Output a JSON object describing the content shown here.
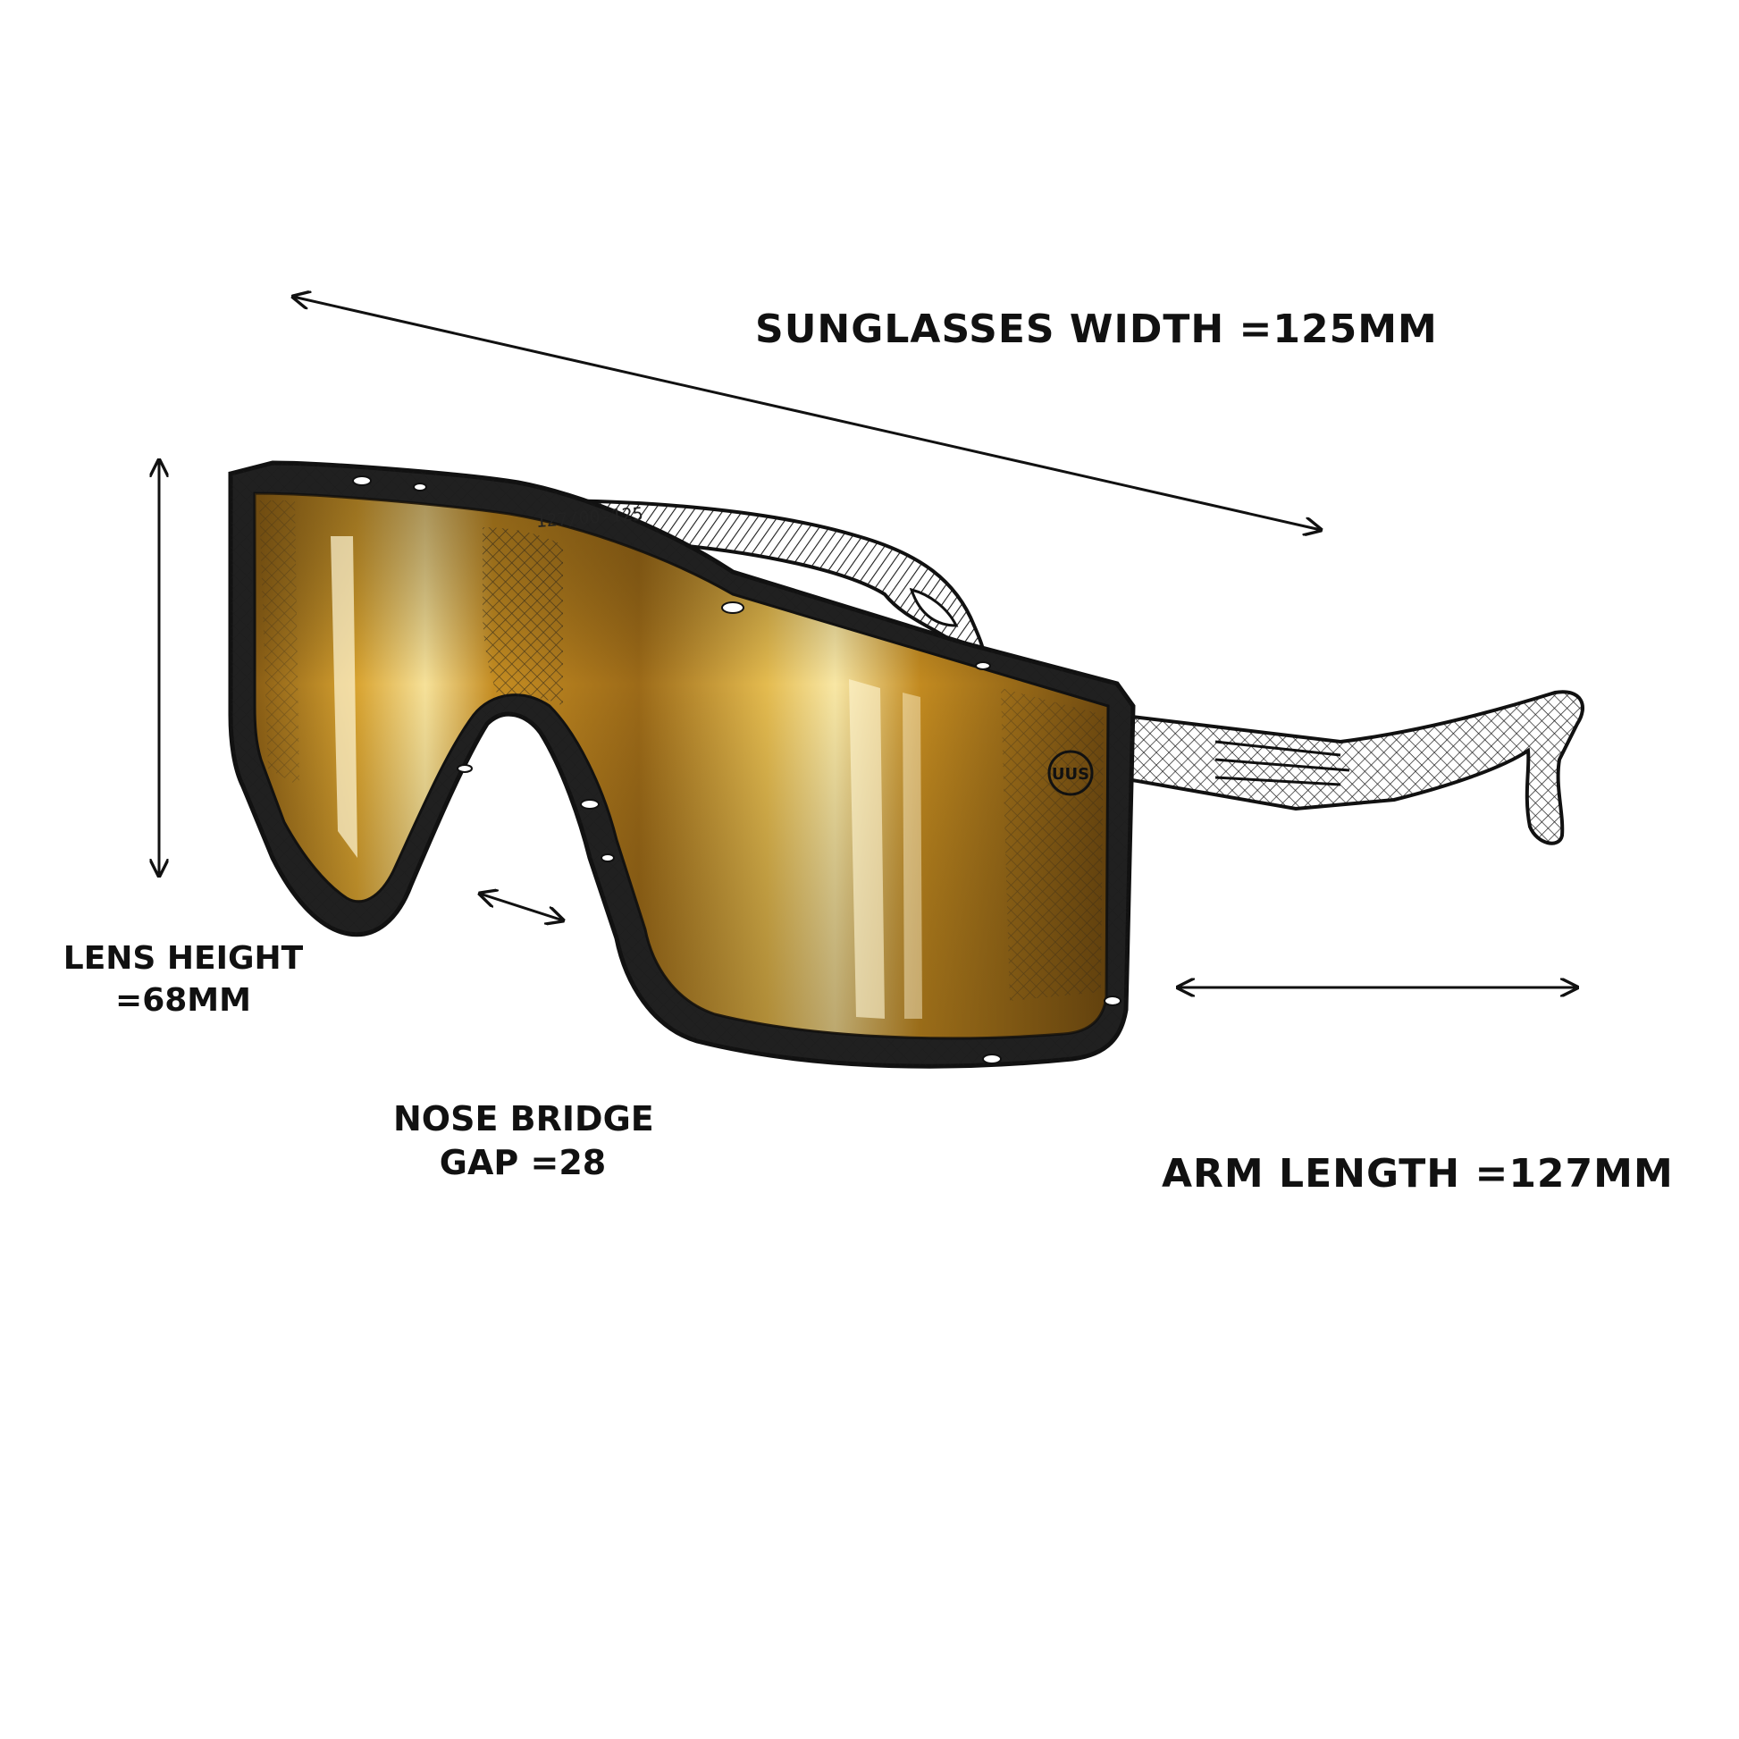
{
  "labels": {
    "sunglasses_width": "SUNGLASSES WIDTH =125MM",
    "lens_height_line1": "LENS HEIGHT",
    "lens_height_line2": "=68MM",
    "nose_bridge_line1": "NOSE BRIDGE",
    "nose_bridge_line2": "GAP =28",
    "arm_length": "ARM LENGTH =127MM"
  },
  "illustration": {
    "lens_print": "127/00-125",
    "logo_text": "UUS"
  },
  "colors": {
    "ink": "#111111",
    "frame": "#2a2a2a",
    "lens_dark": "#7a5312",
    "lens_mid": "#c08a1f",
    "lens_light": "#f3dc8a",
    "background": "#ffffff"
  }
}
